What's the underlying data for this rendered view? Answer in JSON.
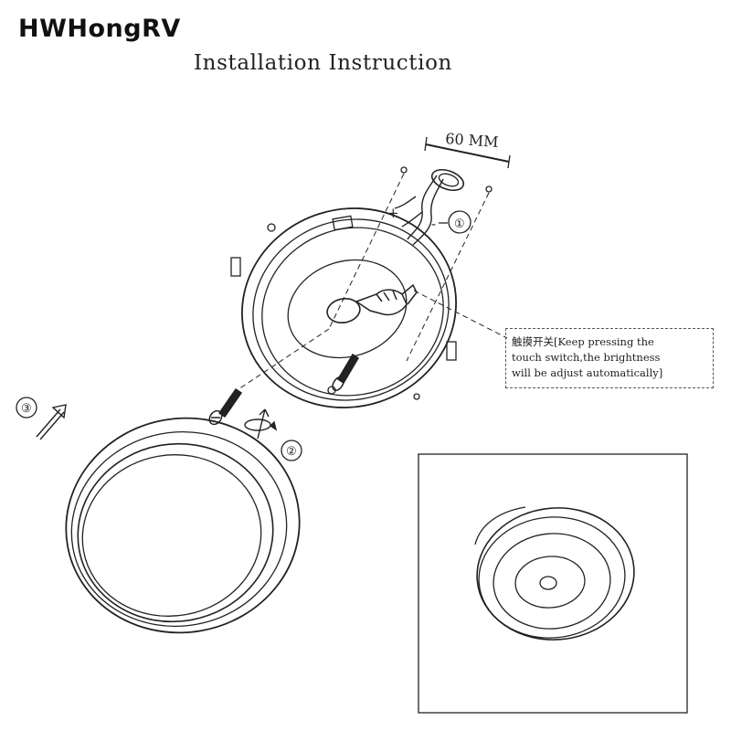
{
  "brand": "HWHongRV",
  "title": "Installation Instruction",
  "dimension_label": "60 MM",
  "polarity": {
    "plus": "+",
    "minus": "-"
  },
  "steps": {
    "one": "①",
    "two": "②",
    "three": "③"
  },
  "note": {
    "line1": "触摸开关[Keep pressing the",
    "line2": "touch switch,the brightness",
    "line3": "will be adjust automatically]"
  },
  "colors": {
    "line": "#222222",
    "background": "#ffffff"
  }
}
